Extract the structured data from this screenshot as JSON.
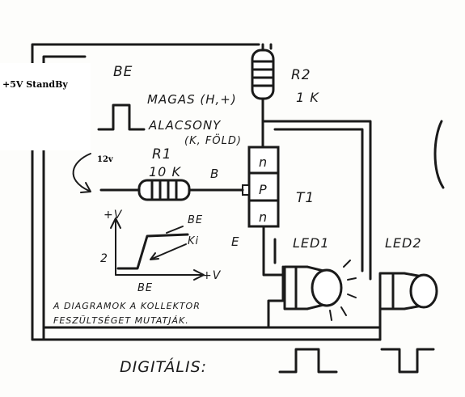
{
  "labels": {
    "be_top": "BE",
    "standby": "+5V StandBy",
    "magas": "MAGAS (H,+)",
    "alacsony": "ALACSONY",
    "k_fold": "(K, FÖLD)",
    "r2": "R2",
    "r2_value": "1 K",
    "r1": "R1",
    "r1_value": "10 K",
    "v12": "12v",
    "base": "B",
    "n_top": "n",
    "p_mid": "P",
    "n_bot": "n",
    "t1": "T1",
    "emitter": "E",
    "led1": "LED1",
    "led2": "LED2",
    "graph_yplus": "+V",
    "graph_be": "BE",
    "graph_ki": "Ki",
    "graph_zero": "2",
    "graph_xplus": "+V",
    "graph_xbe": "BE",
    "note_line1": "A DIAGRAMOK A KOLLEKTOR",
    "note_line2": "FESZÜLTSÉGET MUTATJÁK.",
    "digitalis": "DIGITÁLIS:"
  },
  "colors": {
    "ink": "#1a1a1a",
    "paper": "#fdfdfb",
    "label_box": "#ffffff"
  }
}
